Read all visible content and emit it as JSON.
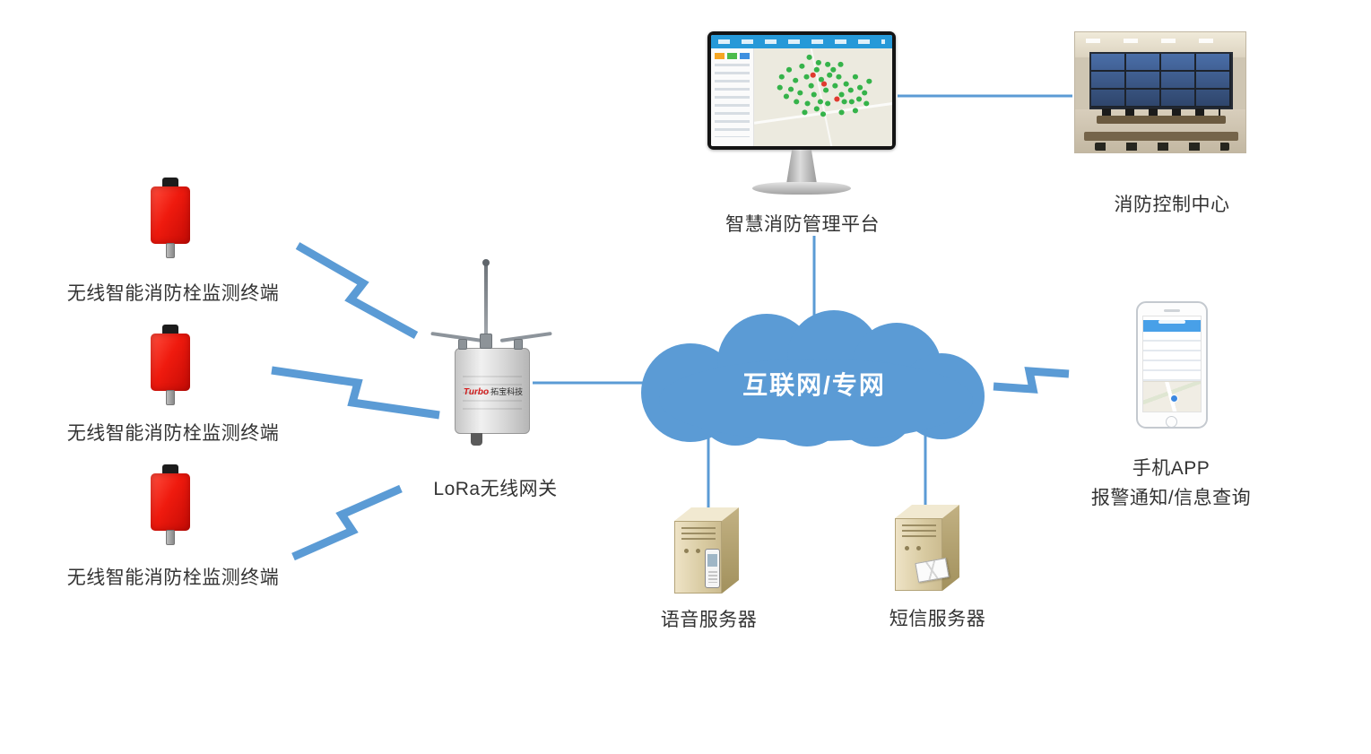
{
  "nodes": {
    "terminal_1": {
      "label": "无线智能消防栓监测终端"
    },
    "terminal_2": {
      "label": "无线智能消防栓监测终端"
    },
    "terminal_3": {
      "label": "无线智能消防栓监测终端"
    },
    "gateway": {
      "label": "LoRa无线网关",
      "brand": "Turbo",
      "brand_cn": "拓宝科技"
    },
    "cloud": {
      "label": "互联网/专网"
    },
    "platform": {
      "label": "智慧消防管理平台"
    },
    "control_center": {
      "label": "消防控制中心"
    },
    "phone": {
      "label": "手机APP",
      "sublabel": "报警通知/信息查询"
    },
    "voice_server": {
      "label": "语音服务器"
    },
    "sms_server": {
      "label": "短信服务器"
    }
  },
  "colors": {
    "connector_blue": "#5b9bd5",
    "cloud_blue": "#5b9bd5",
    "terminal_red": "#ef1a0e",
    "server_tan": "#d9cba2",
    "label_text": "#333333",
    "cloud_text": "#ffffff"
  }
}
